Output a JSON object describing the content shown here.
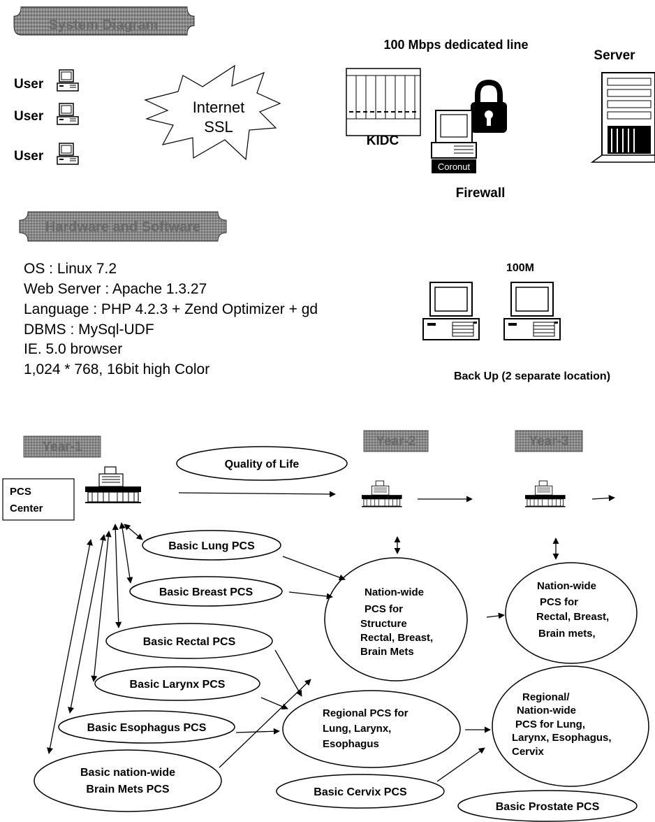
{
  "headers": {
    "system": "System Diagram",
    "hardware": "Hardware and Software",
    "year1": "Year-1",
    "year2": "Year-2",
    "year3": "Year-3"
  },
  "network": {
    "user_label": "User",
    "internet_line1": "Internet",
    "internet_line2": "SSL",
    "line_label": "100 Mbps dedicated line",
    "kidc_label": "KIDC",
    "firewall_label": "Firewall",
    "firewall_brand": "Coronut",
    "server_label": "Server"
  },
  "specs": [
    "OS  : Linux 7.2",
    "Web Server : Apache 1.3.27",
    "Language : PHP 4.2.3 + Zend Optimizer + gd",
    "DBMS : MySql-UDF",
    "IE. 5.0 browser",
    "1,024 * 768, 16bit high Color"
  ],
  "backup": {
    "speed_label": "100M",
    "caption": "Back Up (2 separate location)"
  },
  "pcs": {
    "center_line1": "PCS",
    "center_line2": "Center",
    "quality_of_life": "Quality of Life",
    "basic_lung": "Basic Lung PCS",
    "basic_breast": "Basic Breast PCS",
    "basic_rectal": "Basic Rectal  PCS",
    "basic_larynx": "Basic Larynx  PCS",
    "basic_esophagus": "Basic Esophagus PCS",
    "basic_brain_line1": "Basic nation-wide",
    "basic_brain_line2": "Brain Mets PCS",
    "basic_cervix": "Basic Cervix PCS",
    "basic_prostate": "Basic Prostate PCS",
    "nation_y2": [
      "Nation-wide",
      "PCS for",
      "Structure",
      "Rectal, Breast,",
      "Brain Mets"
    ],
    "regional_y2": [
      "Regional PCS for",
      "Lung, Larynx,",
      "Esophagus"
    ],
    "nation_y3": [
      "Nation-wide",
      "PCS for",
      "Rectal, Breast,",
      "Brain mets,"
    ],
    "regional_y3": [
      "Regional/",
      "Nation-wide",
      "PCS for Lung,",
      "Larynx, Esophagus,",
      "Cervix"
    ]
  }
}
